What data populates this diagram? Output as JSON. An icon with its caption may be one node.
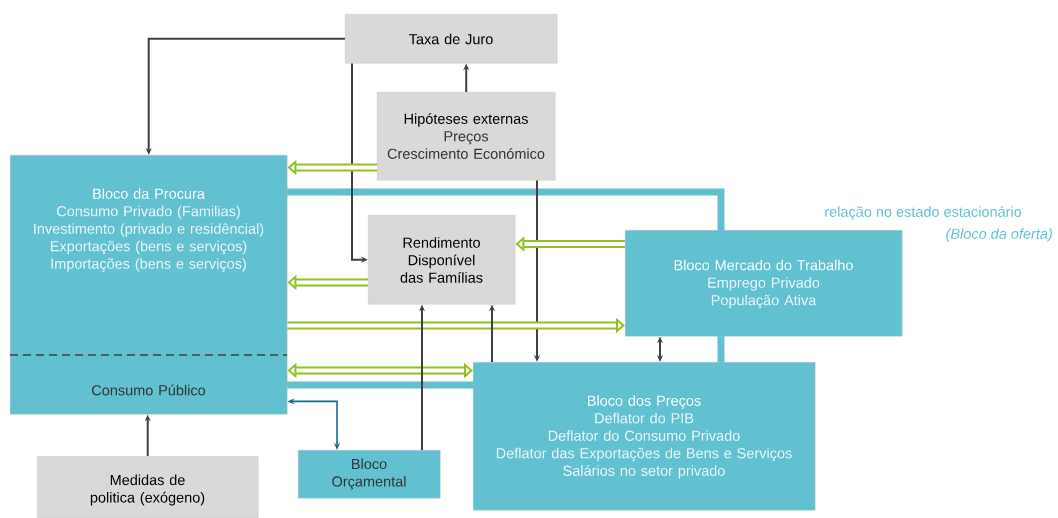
{
  "diagram": {
    "nodes": [
      {
        "text": [
          "Taxa de Juro"
        ]
      },
      {
        "text": [
          "Hipóteses externas",
          "Preços",
          "Crescimento Económico"
        ]
      },
      {
        "text": [
          "Bloco da Procura",
          "Consumo Privado (Familias)",
          "Investimento (privado e residêncial)",
          "Exportações (bens e serviços)",
          "Importações (bens e serviços)",
          "Consumo Público"
        ]
      },
      {
        "text": [
          "Rendimento Disponível das Famílias"
        ]
      },
      {
        "text": [
          "Bloco Mercado do Trabalho",
          "Emprego Privado",
          "População Ativa"
        ]
      },
      {
        "text": [
          "Bloco dos Preços",
          "Deflator do PIB",
          "Deflator do Consumo Privado",
          "Deflator das Exportações de Bens e Serviços",
          "Salários no setor privado"
        ]
      },
      {
        "text": [
          "Medidas de politica (exógeno)"
        ]
      },
      {
        "text": [
          "Bloco Orçamental"
        ]
      }
    ],
    "edges": [
      {
        "from": 0,
        "to": 2,
        "arrow": "to"
      },
      {
        "from": 0,
        "to": 3,
        "arrow": "to"
      },
      {
        "from": 1,
        "to": 0,
        "arrow": "to"
      },
      {
        "from": 1,
        "to": 2,
        "arrow": "to",
        "style": "thick",
        "color": "#8dc21f"
      },
      {
        "from": 1,
        "to": 5,
        "arrow": "to"
      },
      {
        "from": 3,
        "to": 2,
        "arrow": "to",
        "style": "thick",
        "color": "#8dc21f"
      },
      {
        "from": 4,
        "to": 3,
        "arrow": "to",
        "style": "thick",
        "color": "#8dc21f"
      },
      {
        "from": 2,
        "to": 4,
        "arrow": "to",
        "style": "thick",
        "color": "#8dc21f"
      },
      {
        "from": 2,
        "to": 5,
        "arrow": "both",
        "style": "thick",
        "color": "#8dc21f"
      },
      {
        "from": 4,
        "to": 5,
        "arrow": "both"
      },
      {
        "from": 6,
        "to": 2,
        "arrow": "to"
      },
      {
        "from": 7,
        "to": 3,
        "arrow": "to"
      },
      {
        "from": 5,
        "to": 3,
        "arrow": "to"
      },
      {
        "from": 2,
        "to": 7,
        "arrow": "both",
        "color": "#1a6a8a"
      }
    ],
    "labels": [
      "relação no estado estacionário",
      "(Bloco da oferta)"
    ]
  }
}
